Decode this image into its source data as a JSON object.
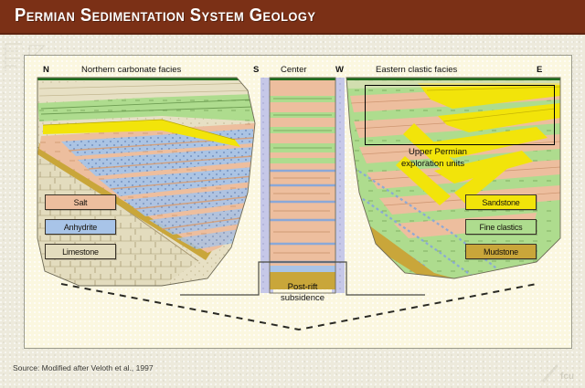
{
  "header": {
    "title": "Permian Sedimentation System Geology",
    "bar_color": "#7B3016",
    "text_color": "#FFFFFF"
  },
  "diagram": {
    "background_color": "#FBF7E0",
    "border_color": "#9A9A8C",
    "axis_labels": {
      "north": "N",
      "northern_facies": "Northern carbonate facies",
      "south": "S",
      "center": "Center",
      "west": "W",
      "eastern_facies": "Eastern clastic facies",
      "east": "E"
    },
    "annotation": {
      "line1": "Upper Permian",
      "line2": "exploration units"
    },
    "subsidence": {
      "line1": "Post-rift",
      "line2": "subsidence"
    }
  },
  "legend_left": {
    "items": [
      {
        "label": "Salt",
        "color": "#EDBE9E"
      },
      {
        "label": "Anhydrite",
        "color": "#A8C4E8"
      },
      {
        "label": "Limestone",
        "color": "#E3DCBE"
      }
    ]
  },
  "legend_right": {
    "items": [
      {
        "label": "Sandstone",
        "color": "#F2E40A"
      },
      {
        "label": "Fine clastics",
        "color": "#AEDC8E"
      },
      {
        "label": "Mudstone",
        "color": "#C9A63A"
      }
    ]
  },
  "footer": {
    "source": "Source: Modified after Veloth et al., 1997"
  },
  "palette": {
    "salt": "#EDBE9E",
    "anhydrite": "#A8C4E8",
    "limestone": "#E3DCBE",
    "sandstone": "#F2E40A",
    "fine_clastics": "#AEDC8E",
    "mudstone": "#C9A63A",
    "topsoil_green": "#1E6E1E",
    "fault_zone": "#C6C8E8"
  }
}
